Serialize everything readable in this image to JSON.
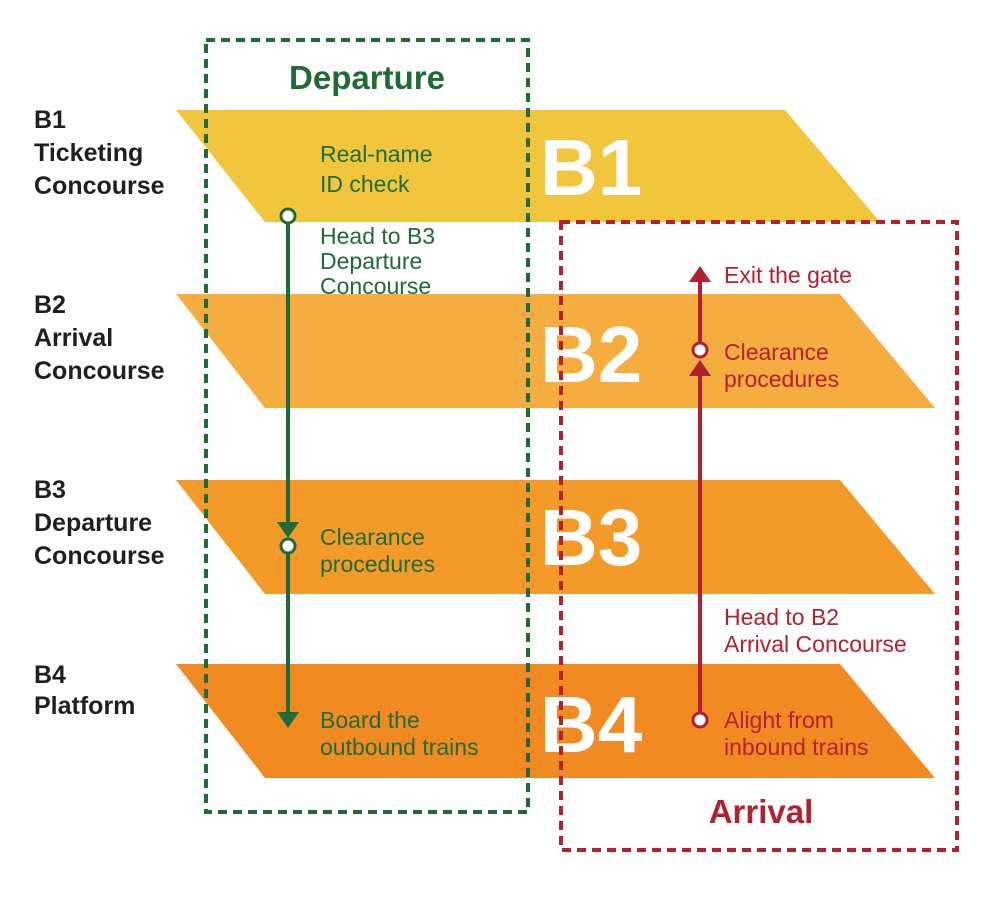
{
  "colors": {
    "departure": "#1e6b35",
    "arrival": "#b3202e",
    "b1_fill": "#f2c63c",
    "b2_fill": "#f6ad3f",
    "b3_fill": "#f49a28",
    "b4_fill": "#f28a22",
    "floor_text": "#ffffff",
    "label_text": "#1f1f1f"
  },
  "levels": [
    {
      "id": "b1",
      "code": "B1",
      "lines": [
        "B1",
        "Ticketing",
        "Concourse"
      ]
    },
    {
      "id": "b2",
      "code": "B2",
      "lines": [
        "B2",
        "Arrival",
        "Concourse"
      ]
    },
    {
      "id": "b3",
      "code": "B3",
      "lines": [
        "B3",
        "Departure",
        "Concourse"
      ]
    },
    {
      "id": "b4",
      "code": "B4",
      "lines": [
        "B4",
        "Platform"
      ]
    }
  ],
  "departure": {
    "title": "Departure",
    "steps": {
      "id_check": [
        "Real-name",
        "ID check"
      ],
      "head_to_b3": [
        "Head to B3",
        "Departure",
        "Concourse"
      ],
      "clearance": [
        "Clearance",
        "procedures"
      ],
      "board": [
        "Board the",
        "outbound trains"
      ]
    }
  },
  "arrival": {
    "title": "Arrival",
    "steps": {
      "exit": [
        "Exit the gate"
      ],
      "clearance": [
        "Clearance",
        "procedures"
      ],
      "head_to_b2": [
        "Head to B2",
        "Arrival Concourse"
      ],
      "alight": [
        "Alight from",
        "inbound trains"
      ]
    }
  }
}
